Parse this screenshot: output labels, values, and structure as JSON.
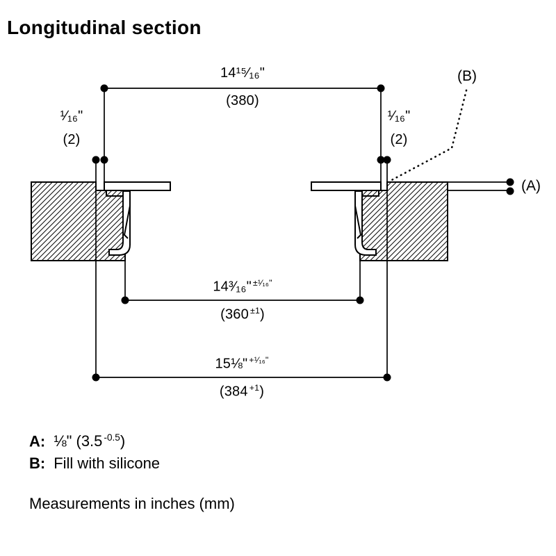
{
  "title": "Longitudinal section",
  "colors": {
    "ink": "#000000",
    "paper": "#ffffff"
  },
  "dimensions": {
    "top": {
      "inches": "14¹⁵⁄₁₆\"",
      "mm": "(380)"
    },
    "gap_left": {
      "inches": "¹⁄₁₆\"",
      "mm": "(2)"
    },
    "gap_right": {
      "inches": "¹⁄₁₆\"",
      "mm": "(2)"
    },
    "cutout": {
      "inches": "14³⁄₁₆\"",
      "tolerance": "±¹⁄₁₆\"",
      "mm": "(360",
      "mm_tolerance": "±1",
      "mm_close": ")"
    },
    "recess": {
      "inches": "15⅛\"",
      "tolerance": "+¹⁄₁₆\"",
      "mm": "(384",
      "mm_tolerance": "+1",
      "mm_close": ")"
    }
  },
  "callouts": {
    "a": "(A)",
    "b": "(B)"
  },
  "legend": {
    "a_key": "A:",
    "a_value": "⅛\" (3.5",
    "a_sup": "-0.5",
    "a_close": ")",
    "b_key": "B:",
    "b_value": "Fill with silicone",
    "note": "Measurements in inches (mm)"
  }
}
